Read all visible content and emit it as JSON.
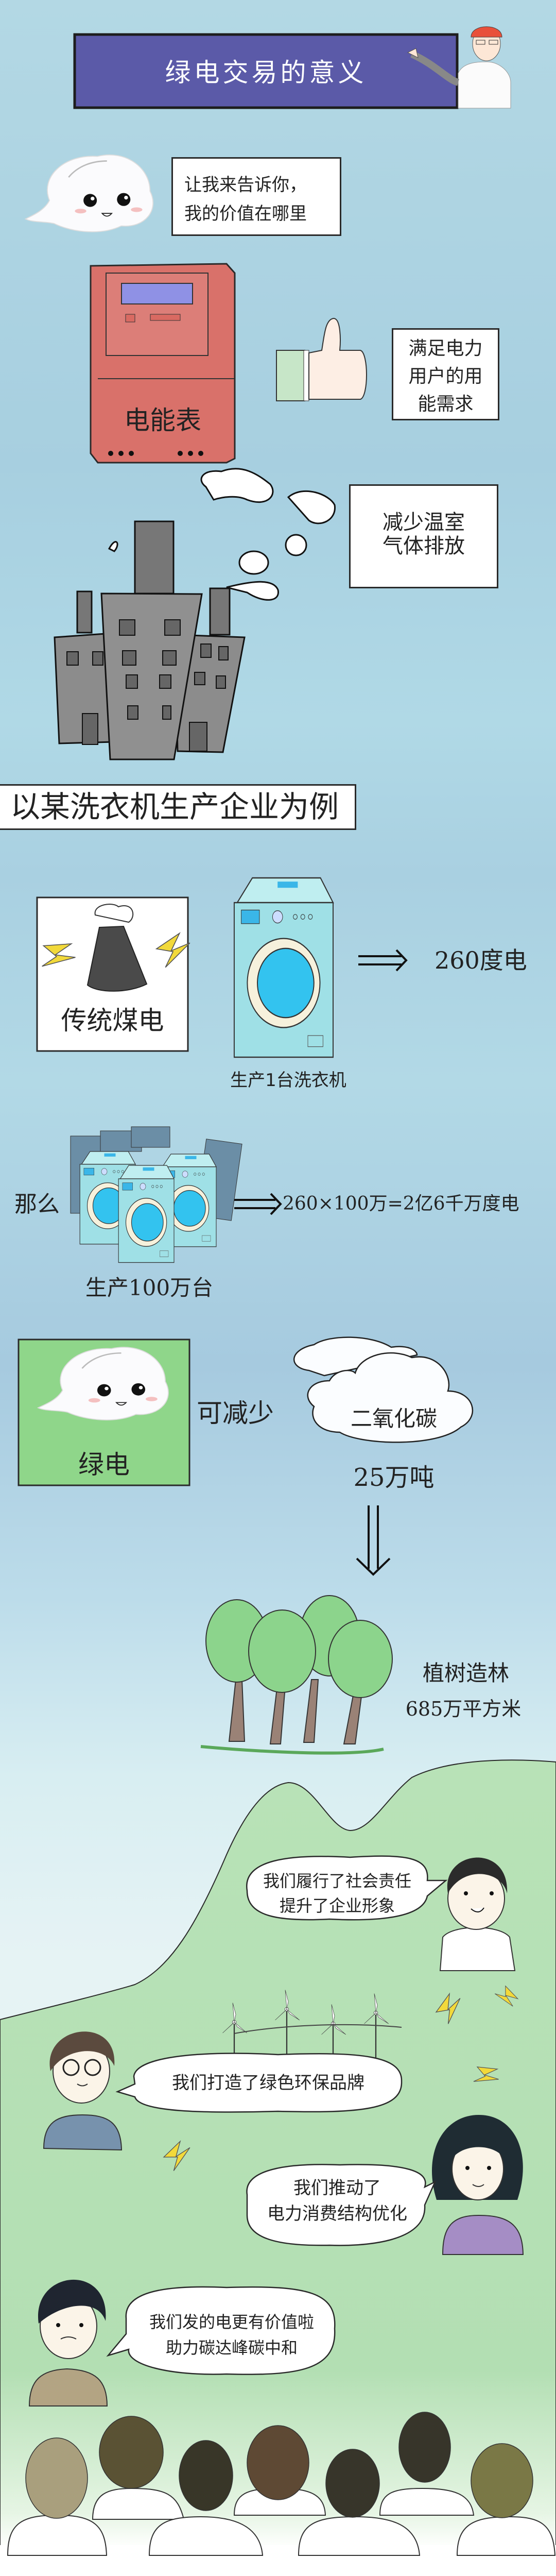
{
  "title": "绿电交易的意义",
  "intro": {
    "lines": [
      "让我来告诉你，",
      "我的价值在哪里"
    ]
  },
  "meter": {
    "label": "电能表",
    "bubble": [
      "满足电力",
      "用户的用",
      "能需求"
    ]
  },
  "factory": {
    "bubble": [
      "减少温室",
      "气体排放"
    ]
  },
  "example": {
    "heading": "以某洗衣机生产企业为例",
    "coal_label": "传统煤电",
    "single_caption": "生产1台洗衣机",
    "single_result": "260度电",
    "then_label": "那么",
    "formula": "260×100万=2亿6千万度电",
    "bulk_caption": "生产100万台"
  },
  "green": {
    "label": "绿电",
    "reduce_label": "可减少",
    "co2_label": "二氧化碳",
    "co2_amount": "25万吨",
    "forest_label": "植树造林",
    "forest_amount": "685万平方米"
  },
  "dialogues": [
    {
      "lines": [
        "我们履行了社会责任",
        "提升了企业形象"
      ]
    },
    {
      "lines": [
        "我们打造了绿色环保品牌"
      ]
    },
    {
      "lines": [
        "我们推动了",
        "电力消费结构优化"
      ]
    },
    {
      "lines": [
        "我们发的电更有价值啦",
        "助力碳达峰碳中和"
      ]
    }
  ],
  "colors": {
    "banner": "#5b5aa8",
    "meter": "#d9716a",
    "green_box": "#8fd68a",
    "hill": "#b5e0b5",
    "washer": "#9fe0e6",
    "drum": "#33c3ef"
  }
}
